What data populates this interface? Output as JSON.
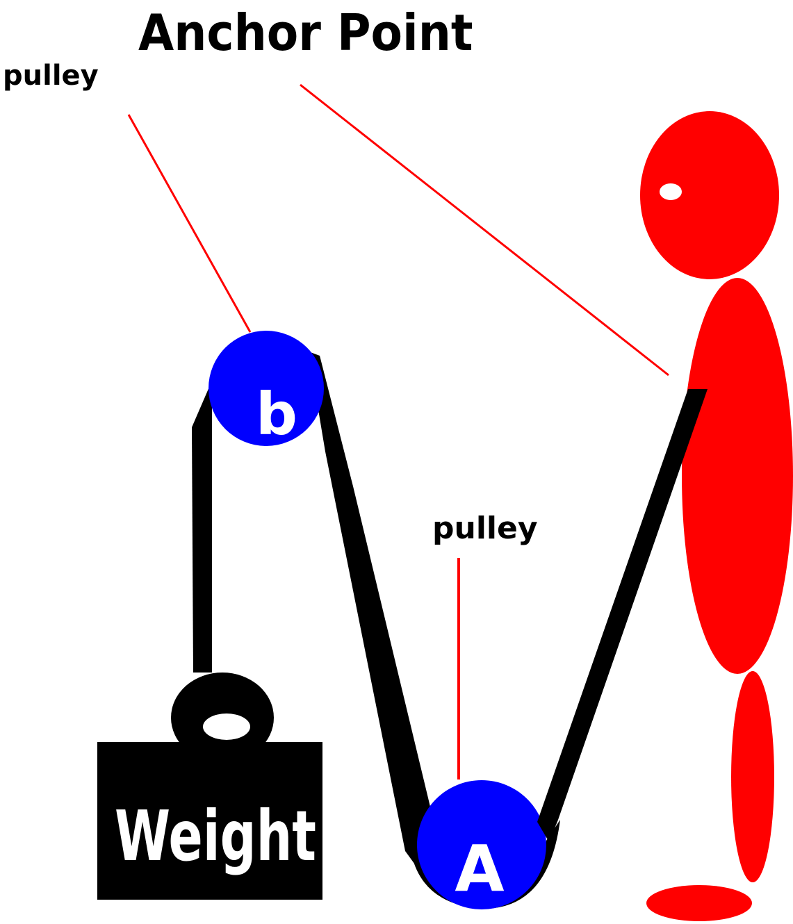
{
  "labels": {
    "anchor_point": "Anchor Point",
    "pulley_top": "pulley",
    "pulley_bottom": "pulley",
    "pulley_b": "b",
    "pulley_a": "A",
    "weight": "Weight"
  },
  "colors": {
    "rope": "#000000",
    "pulley": "#0000ff",
    "person": "#ff0000",
    "pointer_line": "#ff0000",
    "weight_block": "#000000",
    "text_dark": "#000000",
    "text_light": "#ffffff"
  }
}
